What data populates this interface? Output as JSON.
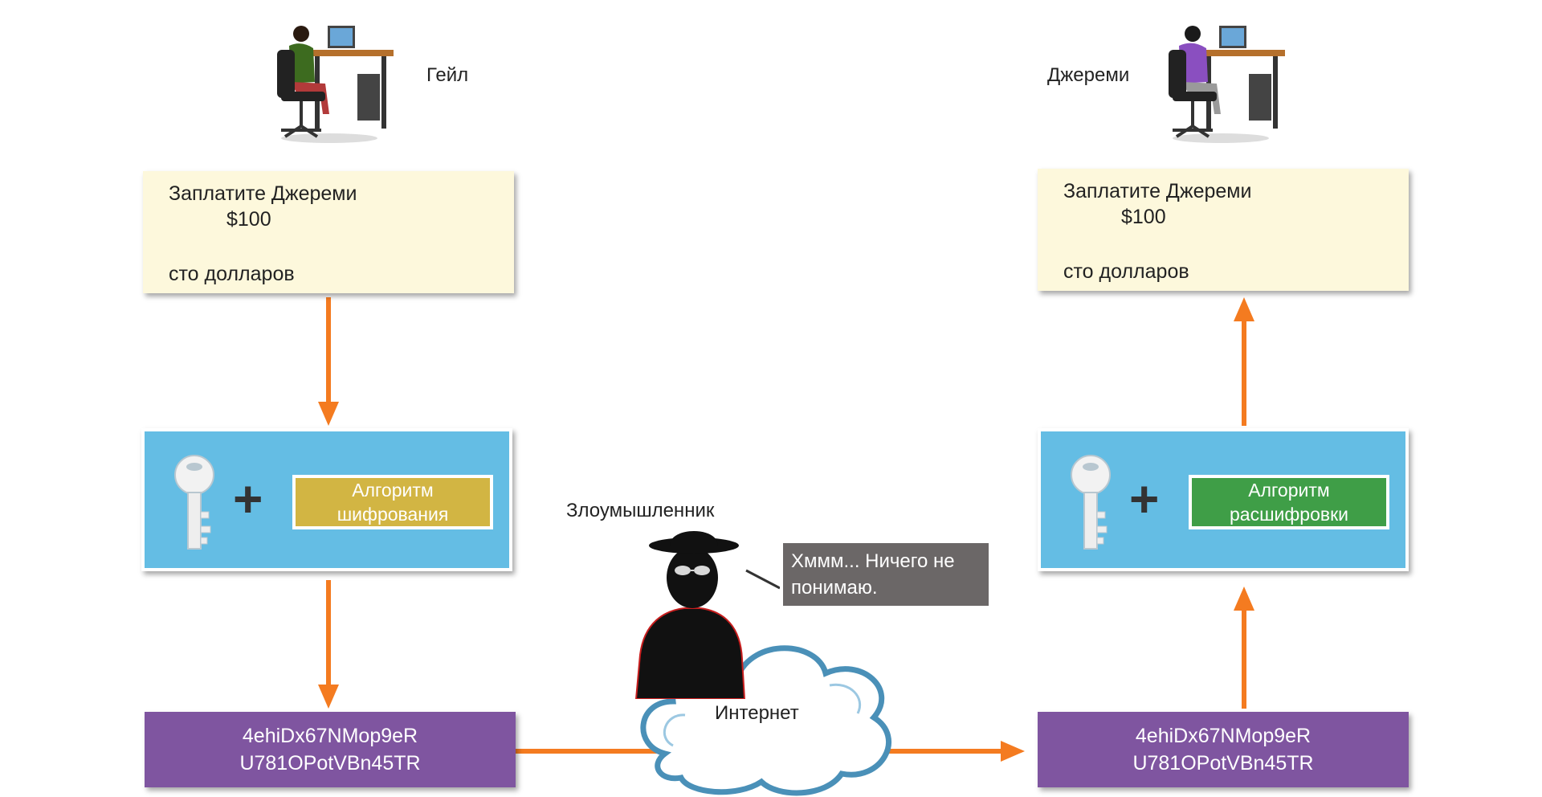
{
  "colors": {
    "arrow": "#f47b20",
    "note_bg": "#fdf8dc",
    "box_blue": "#64bde4",
    "encrypt_algo": "#d2b543",
    "decrypt_algo": "#3f9e47",
    "cipher_bg": "#7f55a0",
    "bubble_bg": "#6b6767"
  },
  "left": {
    "person_name": "Гейл",
    "note": {
      "line1": "Заплатите Джереми",
      "line2": "$100",
      "line3": "сто долларов"
    },
    "algorithm": {
      "line1": "Алгоритм",
      "line2": "шифрования"
    },
    "ciphertext": {
      "line1": "4ehiDx67NMop9eR",
      "line2": "U781OPotVBn45TR"
    }
  },
  "right": {
    "person_name": "Джереми",
    "note": {
      "line1": "Заплатите Джереми",
      "line2": "$100",
      "line3": "сто долларов"
    },
    "algorithm": {
      "line1": "Алгоритм",
      "line2": "расшифровки"
    },
    "ciphertext": {
      "line1": "4ehiDx67NMop9eR",
      "line2": "U781OPotVBn45TR"
    }
  },
  "attacker": {
    "label": "Злоумышленник",
    "speech": {
      "line1": "Хммм... Ничего не",
      "line2": "понимаю."
    }
  },
  "internet_label": "Интернет",
  "icons": [
    "woman-at-desk-icon",
    "man-at-desk-icon",
    "key-icon",
    "plus-icon",
    "hacker-icon",
    "cloud-icon"
  ]
}
